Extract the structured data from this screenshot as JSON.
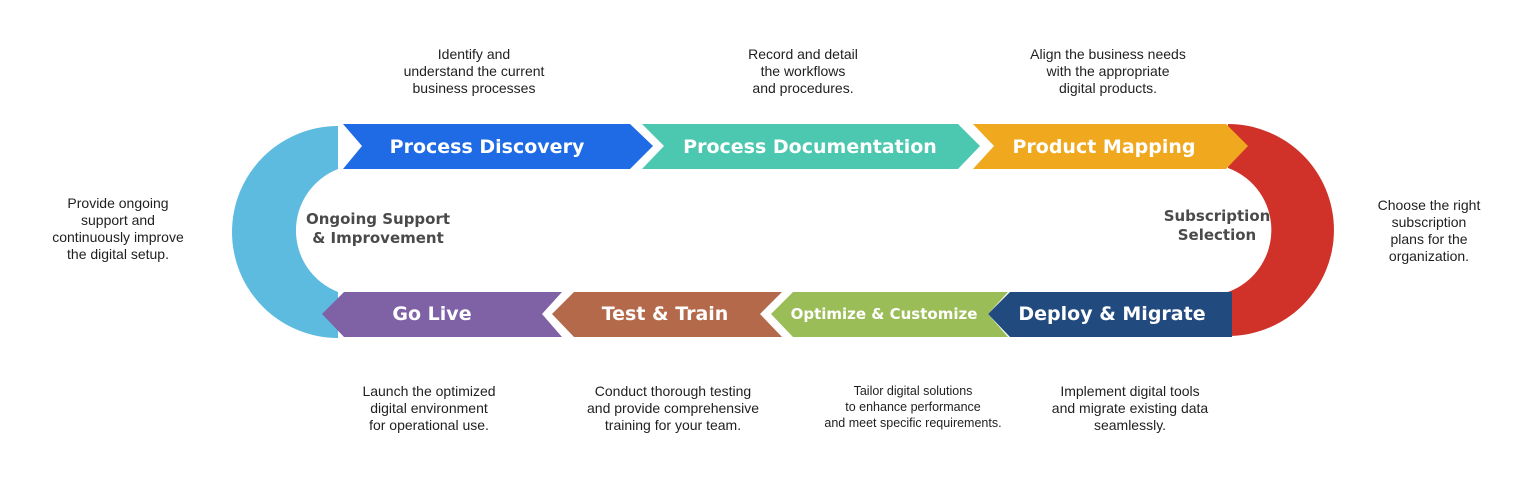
{
  "stages": [
    {
      "id": "process-discovery",
      "label": "Process Discovery",
      "color": "#1f6be6",
      "description": "Identify and\nunderstand the current\nbusiness processes"
    },
    {
      "id": "process-documentation",
      "label": "Process Documentation",
      "color": "#4cc7b0",
      "description": "Record and detail\nthe workflows\nand procedures."
    },
    {
      "id": "product-mapping",
      "label": "Product Mapping",
      "color": "#f0a81e",
      "description": "Align the business needs\nwith the appropriate\ndigital products."
    },
    {
      "id": "subscription-selection",
      "label": "Subscription\nSelection",
      "color": "#d0322a",
      "description": "Choose the right\nsubscription\nplans for the\norganization."
    },
    {
      "id": "deploy-migrate",
      "label": "Deploy & Migrate",
      "color": "#214b7e",
      "description": "Implement digital tools\nand migrate existing data\nseamlessly."
    },
    {
      "id": "optimize-customize",
      "label": "Optimize & Customize",
      "color": "#9bbd57",
      "description": "Tailor digital solutions\nto enhance performance\nand meet specific requirements."
    },
    {
      "id": "test-train",
      "label": "Test & Train",
      "color": "#b4694a",
      "description": "Conduct thorough testing\nand provide comprehensive\ntraining for your team."
    },
    {
      "id": "go-live",
      "label": "Go Live",
      "color": "#7f62a6",
      "description": "Launch the optimized\ndigital environment\nfor operational use."
    },
    {
      "id": "ongoing-support",
      "label": "Ongoing Support\n& Improvement",
      "color": "#5ebbe0",
      "description": "Provide ongoing\nsupport and\ncontinuously improve\nthe digital setup."
    }
  ]
}
